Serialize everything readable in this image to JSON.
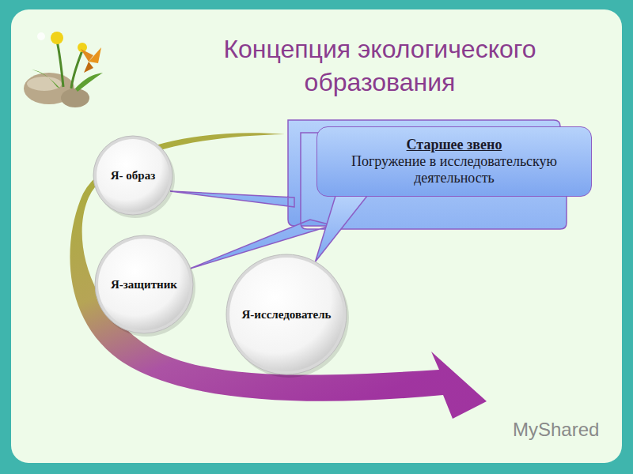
{
  "diagram": {
    "title": "Концепция экологического образования",
    "nodes": [
      {
        "text": [
          "Я- образ"
        ]
      },
      {
        "text": [
          "Я-защитник"
        ]
      },
      {
        "text": [
          "Я-исследователь"
        ]
      },
      {
        "text": [
          "Старшее звено",
          "Погружение в исследовательскую деятельность"
        ]
      }
    ],
    "edges": [
      {
        "from": 3,
        "to": 2,
        "arrow": "none"
      }
    ],
    "labels": [
      "MyShared"
    ]
  }
}
